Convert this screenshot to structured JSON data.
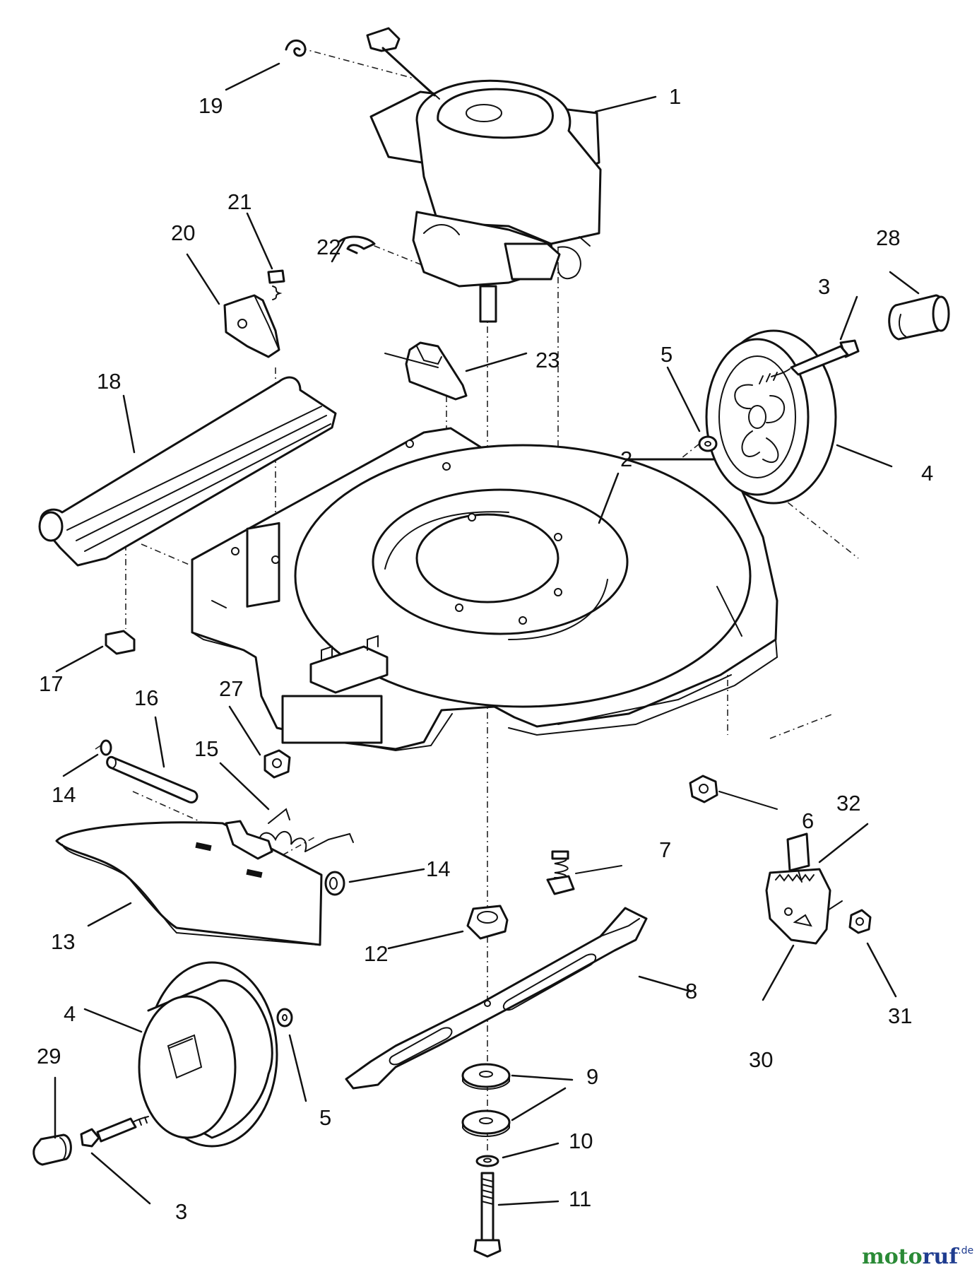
{
  "diagram": {
    "callouts": [
      "1",
      "2",
      "3",
      "3",
      "4",
      "4",
      "5",
      "5",
      "6",
      "7",
      "8",
      "9",
      "10",
      "11",
      "12",
      "13",
      "14",
      "14",
      "15",
      "16",
      "17",
      "18",
      "19",
      "20",
      "21",
      "22",
      "23",
      "27",
      "28",
      "29",
      "30",
      "31",
      "32"
    ]
  },
  "watermark": {
    "brand_part1": "moto",
    "brand_part2": "ruf",
    "domain": ".de"
  }
}
